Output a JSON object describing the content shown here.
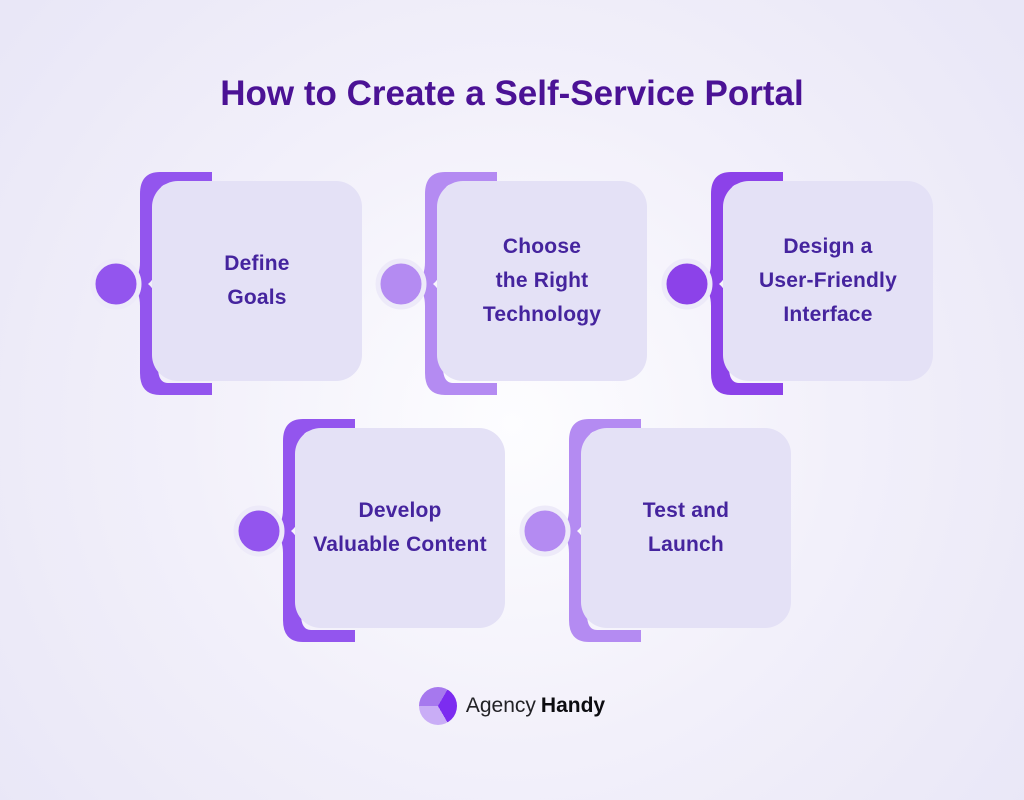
{
  "palette": {
    "background_outer": "#e9e7f7",
    "background_center": "#fdfdff",
    "bullet_halo": "#edeaf9"
  },
  "title": {
    "text": "How to Create a Self-Service Portal",
    "color": "#4b1295"
  },
  "card": {
    "fill": "#e4e1f6",
    "text_color": "#45249e"
  },
  "steps": [
    {
      "label": "Define Goals",
      "lines": [
        "Define",
        "Goals"
      ],
      "accent": "#9355ee"
    },
    {
      "label": "Choose the Right Technology",
      "lines": [
        "Choose",
        "the Right",
        "Technology"
      ],
      "accent": "#b48bf2"
    },
    {
      "label": "Design a User-Friendly Interface",
      "lines": [
        "Design a",
        "User-Friendly",
        "Interface"
      ],
      "accent": "#8c42e9"
    },
    {
      "label": "Develop Valuable Content",
      "lines": [
        "Develop",
        "Valuable Content"
      ],
      "accent": "#9355ee"
    },
    {
      "label": "Test and Launch",
      "lines": [
        "Test and",
        "Launch"
      ],
      "accent": "#b48bf2"
    }
  ],
  "logo": {
    "brand_regular": "Agency",
    "brand_bold": "Handy",
    "mark_color_dark": "#7c2cf0",
    "mark_color_light": "#c9adf6",
    "mark_color_medium": "#a678ee",
    "text_color_regular": "#222226",
    "text_color_bold": "#0c0c10"
  }
}
